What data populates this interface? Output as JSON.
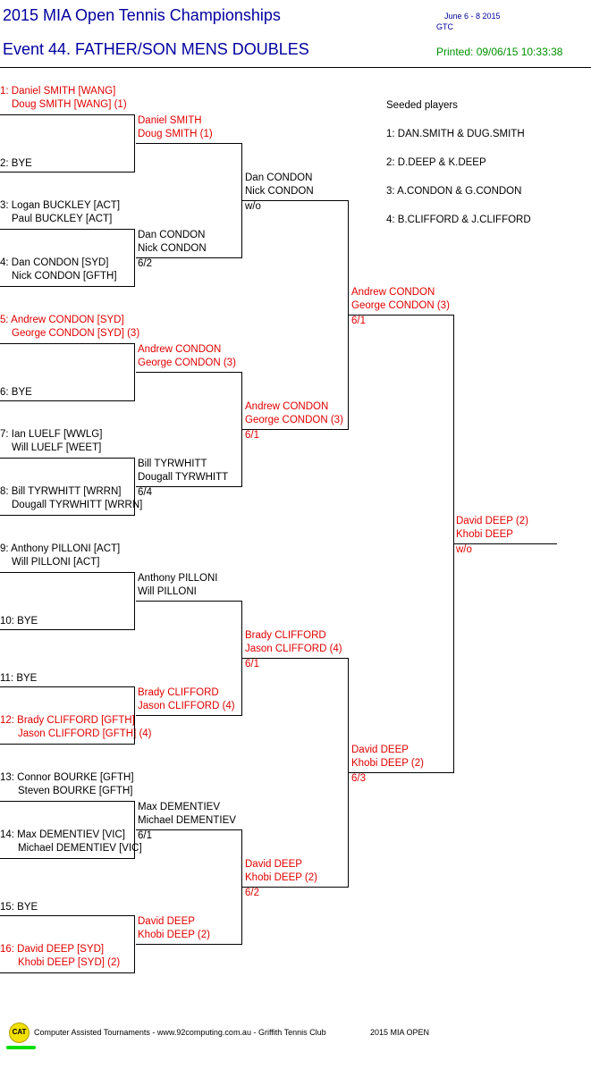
{
  "header": {
    "title": "2015 MIA Open Tennis Championships",
    "event": "Event 44. FATHER/SON MENS DOUBLES",
    "dates": "June 6 - 8  2015",
    "venue": "GTC",
    "printed": "Printed: 09/06/15 10:33:38"
  },
  "seeds": {
    "heading": "Seeded players",
    "items": [
      "1: DAN.SMITH & DUG.SMITH",
      "2: D.DEEP & K.DEEP",
      "3: A.CONDON & G.CONDON",
      "4: B.CLIFFORD & J.CLIFFORD"
    ]
  },
  "draw": [
    {
      "a": "1: Daniel SMITH [WANG]",
      "b": "Doug SMITH [WANG] (1)",
      "red": true
    },
    {
      "a": "2: BYE",
      "b": "",
      "red": false
    },
    {
      "a": "3: Logan BUCKLEY [ACT]",
      "b": "Paul BUCKLEY [ACT]",
      "red": false
    },
    {
      "a": "4: Dan CONDON [SYD]",
      "b": "Nick CONDON [GFTH]",
      "red": false
    },
    {
      "a": "5: Andrew CONDON [SYD]",
      "b": "George CONDON [SYD] (3)",
      "red": true
    },
    {
      "a": "6: BYE",
      "b": "",
      "red": false
    },
    {
      "a": "7: Ian LUELF [WWLG]",
      "b": "Will LUELF [WEET]",
      "red": false
    },
    {
      "a": "8: Bill TYRWHITT [WRRN]",
      "b": "Dougall TYRWHITT [WRRN]",
      "red": false
    },
    {
      "a": "9: Anthony PILLONI [ACT]",
      "b": "Will PILLONI [ACT]",
      "red": false
    },
    {
      "a": "10: BYE",
      "b": "",
      "red": false
    },
    {
      "a": "11: BYE",
      "b": "",
      "red": false
    },
    {
      "a": "12: Brady CLIFFORD [GFTH]",
      "b": "Jason CLIFFORD [GFTH] (4)",
      "red": true
    },
    {
      "a": "13: Connor BOURKE [GFTH]",
      "b": "Steven BOURKE [GFTH]",
      "red": false
    },
    {
      "a": "14: Max DEMENTIEV [VIC]",
      "b": "Michael DEMENTIEV [VIC]",
      "red": false
    },
    {
      "a": "15: BYE",
      "b": "",
      "red": false
    },
    {
      "a": "16: David DEEP [SYD]",
      "b": "Khobi DEEP [SYD] (2)",
      "red": true
    }
  ],
  "round2": [
    {
      "a": "Daniel SMITH",
      "b": "Doug SMITH (1)",
      "score": "",
      "red": true
    },
    {
      "a": "Dan CONDON",
      "b": "Nick CONDON",
      "score": "6/2",
      "red": false
    },
    {
      "a": "Andrew CONDON",
      "b": "George CONDON (3)",
      "score": "",
      "red": true
    },
    {
      "a": "Bill TYRWHITT",
      "b": "Dougall TYRWHITT",
      "score": "6/4",
      "red": false
    },
    {
      "a": "Anthony PILLONI",
      "b": "Will PILLONI",
      "score": "",
      "red": false
    },
    {
      "a": "Brady CLIFFORD",
      "b": "Jason CLIFFORD (4)",
      "score": "",
      "red": true
    },
    {
      "a": "Max DEMENTIEV",
      "b": "Michael DEMENTIEV",
      "score": "6/1",
      "red": false
    },
    {
      "a": "David DEEP",
      "b": "Khobi DEEP (2)",
      "score": "",
      "red": true
    }
  ],
  "quarterfinals": [
    {
      "a": "Dan CONDON",
      "b": "Nick CONDON",
      "score": "w/o",
      "red": false
    },
    {
      "a": "Andrew CONDON",
      "b": "George CONDON (3)",
      "score": "6/1",
      "red": true
    },
    {
      "a": "Brady CLIFFORD",
      "b": "Jason CLIFFORD (4)",
      "score": "6/1",
      "red": true
    },
    {
      "a": "David DEEP",
      "b": "Khobi DEEP (2)",
      "score": "6/2",
      "red": true
    }
  ],
  "semifinals": [
    {
      "a": "Andrew CONDON",
      "b": "George CONDON (3)",
      "score": "6/1",
      "red": true
    },
    {
      "a": "David DEEP",
      "b": "Khobi DEEP (2)",
      "score": "6/3",
      "red": true
    }
  ],
  "final": {
    "a": "David DEEP (2)",
    "b": "Khobi DEEP",
    "score": "w/o",
    "red": true
  },
  "footer": {
    "logo": "CAT",
    "text": "Computer Assisted Tournaments - www.92computing.com.au -  Griffith Tennis Club",
    "event": "2015 MIA OPEN"
  }
}
